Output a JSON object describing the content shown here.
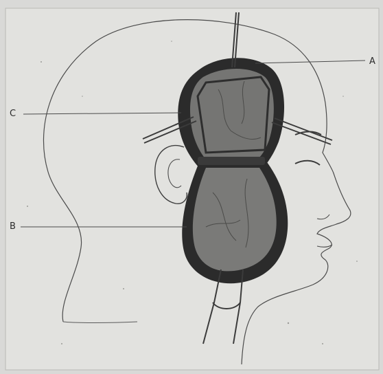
{
  "labels": {
    "a": "A",
    "b": "B",
    "c": "C"
  },
  "colors": {
    "paper": "#d9d9d7",
    "paper_inner": "#e4e4e1",
    "line": "#3a3a3a",
    "cavity_outer": "#2b2b2b",
    "cavity_fill": "#6f6f6d",
    "lobe_fill": "#8a8a87"
  }
}
